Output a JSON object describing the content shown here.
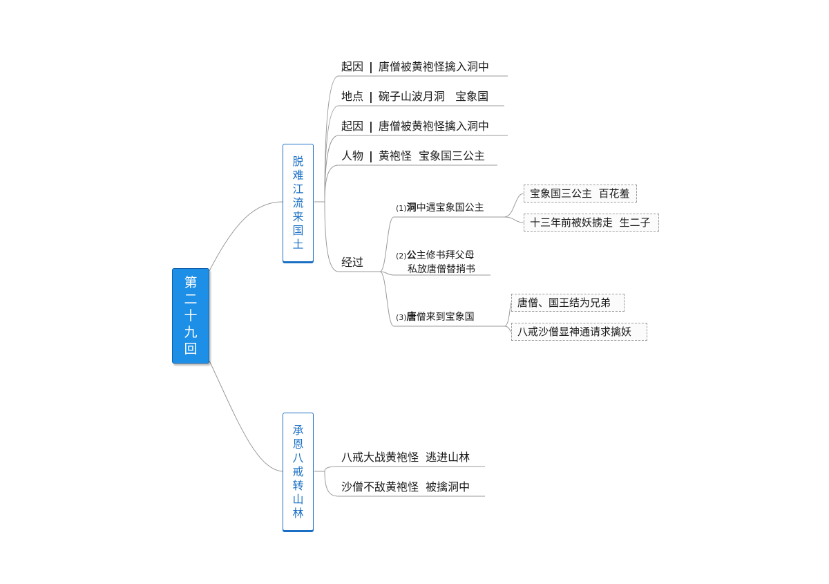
{
  "root": {
    "chars": [
      "第",
      "二",
      "十",
      "九",
      "回"
    ]
  },
  "branch1": {
    "chars": [
      "脱",
      "难",
      "江",
      "流",
      "来",
      "国",
      "土"
    ],
    "items": [
      {
        "key": "起因",
        "sep": "|",
        "value": "唐僧被黄袍怪擒入洞中"
      },
      {
        "key": "地点",
        "sep": "|",
        "value": "碗子山波月洞   宝象国"
      },
      {
        "key": "起因",
        "sep": "|",
        "value": "唐僧被黄袍怪擒入洞中"
      },
      {
        "key": "人物",
        "sep": "|",
        "value": "黄袍怪  宝象国三公主"
      }
    ],
    "process": {
      "label": "经过",
      "steps": [
        {
          "num": "(1)",
          "first": "洞",
          "rest": "中遇宝象国公主",
          "details": [
            "宝象国三公主  百花羞",
            "十三年前被妖掳走  生二子"
          ]
        },
        {
          "num": "(2)",
          "first": "公",
          "rest": "主修书拜父母",
          "line2": "私放唐僧替捎书",
          "details": []
        },
        {
          "num": "(3)",
          "first": "唐",
          "rest": "僧来到宝象国",
          "details": [
            "唐僧、国王结为兄弟",
            "八戒沙僧显神通请求擒妖"
          ]
        }
      ]
    }
  },
  "branch2": {
    "chars": [
      "承",
      "恩",
      "八",
      "戒",
      "转",
      "山",
      "林"
    ],
    "items": [
      "八戒大战黄袍怪  逃进山林",
      "沙僧不敌黄袍怪  被擒洞中"
    ]
  }
}
